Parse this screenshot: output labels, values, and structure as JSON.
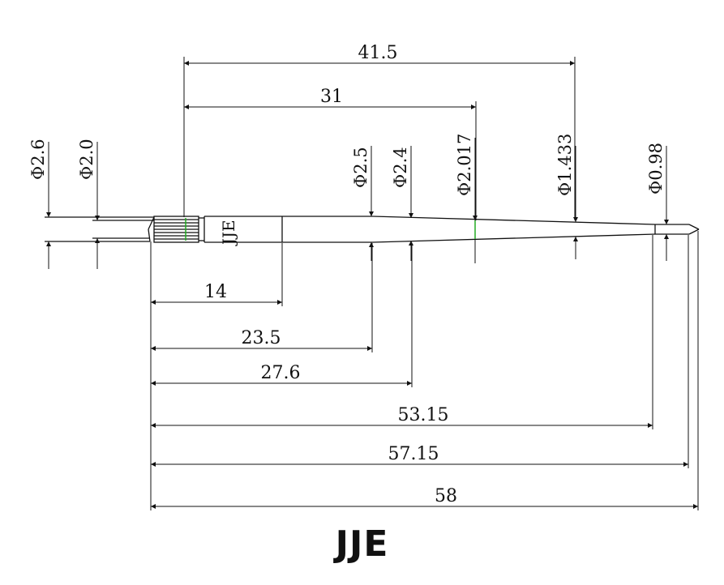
{
  "diagram": {
    "horizontal_dimensions": {
      "overall_41_5": "41.5",
      "overall_31": "31",
      "len_14": "14",
      "len_23_5": "23.5",
      "len_27_6": "27.6",
      "len_53_15": "53.15",
      "len_57_15": "57.15",
      "len_58": "58"
    },
    "diameters": {
      "d_2_6": "Φ2.6",
      "d_2_0": "Φ2.0",
      "d_2_5": "Φ2.5",
      "d_2_4": "Φ2.4",
      "d_2_017": "Φ2.017",
      "d_1_433": "Φ1.433",
      "d_0_98": "Φ0.98"
    },
    "part_marking": "JJE"
  },
  "brand": "JJE",
  "colors": {
    "line": "#111111",
    "accent": "#22aa22"
  }
}
